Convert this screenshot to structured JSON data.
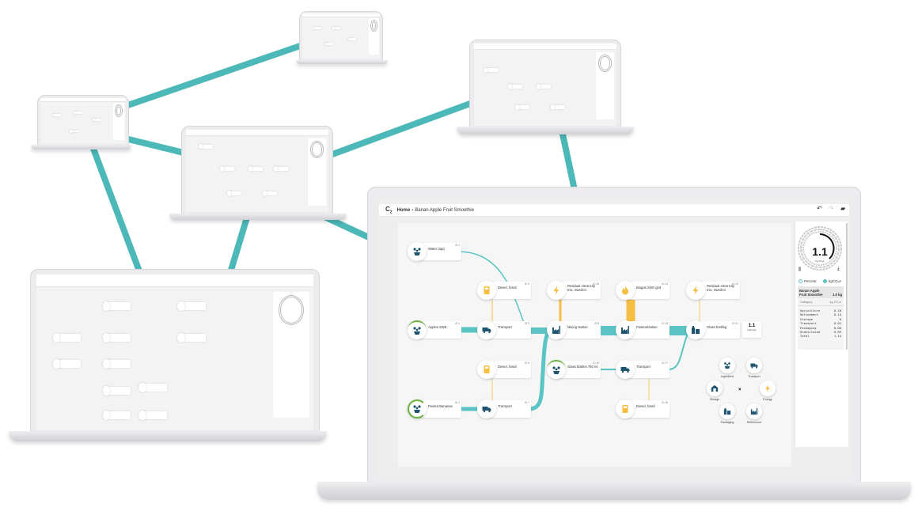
{
  "colors": {
    "teal": "#5bc4c4",
    "network": "#4db8b8",
    "yellow": "#f5be41",
    "icon": "#1f5470",
    "green": "#6ab23e"
  },
  "header": {
    "home": "Home",
    "separator": "›",
    "title": "Banan Apple Fruit Smoothie"
  },
  "toolbar": {
    "undo": "undo-icon",
    "redo": "redo-icon",
    "comment": "comment-icon"
  },
  "nodes": {
    "water": {
      "label": "Water (tap)",
      "id": "ID 4"
    },
    "diesel1": {
      "label": "Diesel, fossil",
      "id": "ID 5"
    },
    "elec1": {
      "label": "Residual electricity mix, Sweden",
      "id": "ID 16"
    },
    "biogas": {
      "label": "Biogas SNG grid",
      "id": "ID 23"
    },
    "elec2": {
      "label": "Residual electricity mix, Sweden",
      "id": "ID 22"
    },
    "apples": {
      "label": "Apples SWE",
      "id": "ID 1"
    },
    "transport1": {
      "label": "Transport",
      "id": "ID 3"
    },
    "mixing": {
      "label": "Mixing station",
      "id": "ID 8"
    },
    "pasteur": {
      "label": "Pasteurisation",
      "id": "ID 18"
    },
    "bottling": {
      "label": "Glass bottling",
      "id": "ID 21"
    },
    "diesel2": {
      "label": "Diesel, fossil",
      "id": "ID 6"
    },
    "bottles": {
      "label": "Glass Bottles 750 ml",
      "id": "ID 26"
    },
    "transport3": {
      "label": "Transport",
      "id": "ID 27"
    },
    "bananas": {
      "label": "Peeled Bananas",
      "id": "ID 2"
    },
    "transport2": {
      "label": "Transport",
      "id": "ID 7"
    },
    "diesel3": {
      "label": "Diesel, fossil",
      "id": "ID 28"
    }
  },
  "output": {
    "value": "1.1",
    "unit": "kg/bottle"
  },
  "categories": [
    "Ingredient",
    "Transport",
    "Storage",
    "Energy",
    "Packaging",
    "Refinement"
  ],
  "gauge": {
    "value": "1.1",
    "caption": "kg CO₂e"
  },
  "legend": {
    "percent": "Percent",
    "kg": "kgCO₂e"
  },
  "summary": {
    "product": "Banan Apple Fruit Smoothie",
    "amount": "1.0 kg",
    "col_category": "Category",
    "col_unit": "kg CO₂e",
    "rows": [
      [
        "Agriculture",
        "0.10"
      ],
      [
        "Refinement",
        "0.14"
      ],
      [
        "Storage",
        "0"
      ],
      [
        "Transport",
        "0.01"
      ],
      [
        "Packaging",
        "0.00"
      ],
      [
        "Undisclosed",
        "0.89"
      ],
      [
        "Total",
        "1.14"
      ]
    ]
  }
}
